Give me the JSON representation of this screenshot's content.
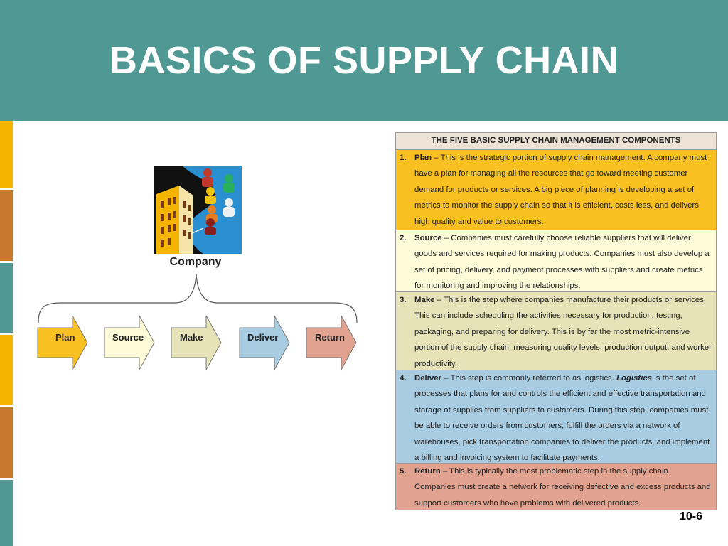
{
  "slide": {
    "title": "BASICS OF SUPPLY CHAIN",
    "slide_number": "10-6",
    "header_color": "#4f9893"
  },
  "diagram": {
    "company_label": "Company",
    "steps": [
      {
        "label": "Plan",
        "color": "#f8c021"
      },
      {
        "label": "Source",
        "color": "#fdfbd8"
      },
      {
        "label": "Make",
        "color": "#e6e3b8"
      },
      {
        "label": "Deliver",
        "color": "#a8cde3"
      },
      {
        "label": "Return",
        "color": "#e1a38f"
      }
    ]
  },
  "table": {
    "title": "THE FIVE BASIC SUPPLY CHAIN MANAGEMENT COMPONENTS",
    "rows": [
      {
        "num": "1.",
        "term": "Plan",
        "text": "This is the strategic portion of supply chain management. A company must have a plan for managing all the resources that go toward meeting customer demand for products or services. A big piece of planning is developing a set of metrics to monitor the supply chain so that it is efficient, costs less, and delivers high quality and value to customers."
      },
      {
        "num": "2.",
        "term": "Source",
        "text": "Companies must carefully choose reliable suppliers that will deliver goods and services required for making products. Companies must also develop a set of pricing, delivery, and payment processes with suppliers and create metrics for monitoring and improving the relationships."
      },
      {
        "num": "3.",
        "term": "Make",
        "text": "This is the step where companies manufacture their products or services. This can include scheduling the activities necessary for production, testing, packaging, and preparing for delivery. This is by far the most metric-intensive portion of the supply chain, measuring quality levels, production output, and worker productivity."
      },
      {
        "num": "4.",
        "term": "Deliver",
        "text_before": "This step is commonly referred to as logistics. ",
        "emphasis": "Logistics",
        "text_after": " is the set of processes that plans for and controls the efficient and effective transportation and storage of supplies from suppliers to customers. During this step, companies must be able to receive orders from customers, fulfill the orders via a network of warehouses, pick transportation companies to deliver the products, and implement a billing and invoicing system to facilitate payments."
      },
      {
        "num": "5.",
        "term": "Return",
        "text": "This is typically the most problematic step in the supply chain. Companies must create a network for receiving defective and excess products and support customers who have problems with delivered products."
      }
    ]
  }
}
